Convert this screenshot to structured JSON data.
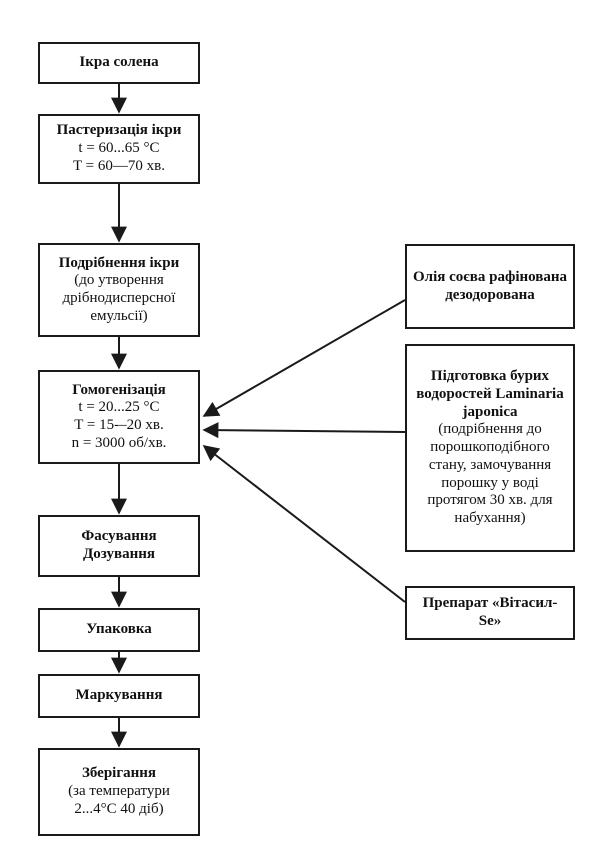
{
  "steps": [
    {
      "title": "Ікра солена",
      "lines": []
    },
    {
      "title": "Пастеризація ікри",
      "lines": [
        "t = 60...65 °C",
        "T = 60—70 хв."
      ]
    },
    {
      "title": "Подрібнення ікри",
      "lines": [
        "(до утворення",
        "дрібнодисперсної",
        "емульсії)"
      ]
    },
    {
      "title": "Гомогенізація",
      "lines": [
        "t = 20...25 °C",
        "T = 15-–20 хв.",
        "n = 3000 об/хв."
      ]
    },
    {
      "title": "Фасування Дозування",
      "lines": []
    },
    {
      "title": "Упаковка",
      "lines": []
    },
    {
      "title": "Маркування",
      "lines": []
    },
    {
      "title": "Зберігання",
      "lines": [
        "(за температури",
        "2...4°С 40 діб)"
      ]
    }
  ],
  "inputs": [
    {
      "title": "Олія соєва рафінована дезодорована",
      "lines": []
    },
    {
      "title": "Підготовка бурих водоростей Laminaria japonica",
      "lines": [
        "(подрібнення до",
        "порошкоподібного",
        "стану, замочування",
        "порошку у воді",
        "протягом 30 хв. для",
        "набухання)"
      ]
    },
    {
      "title": "Препарат «Вітасил-Se»",
      "lines": []
    }
  ],
  "colors": {
    "stroke": "#1a1a1a",
    "background": "#ffffff"
  }
}
